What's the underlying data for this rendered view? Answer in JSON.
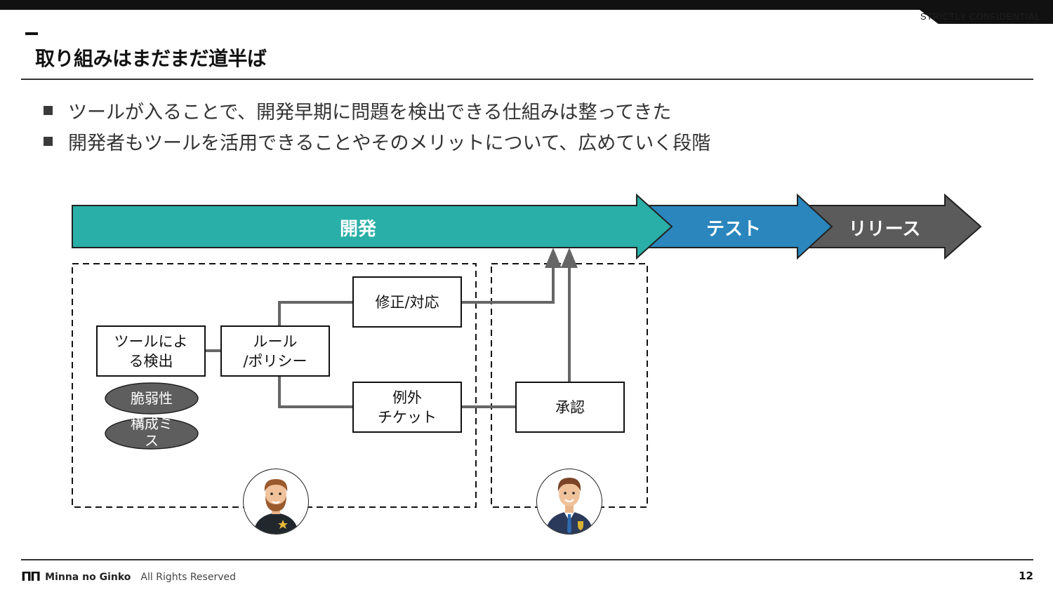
{
  "header": {
    "confidential_label": "STRICTLY CONFIDENTIAL",
    "title": "取り組みはまだまだ道半ば"
  },
  "bullets": [
    "ツールが入ることで、開発早期に問題を検出できる仕組みは整ってきた",
    "開発者もツールを活用できることやそのメリットについて、広めていく段階"
  ],
  "phases": [
    {
      "label": "開発",
      "color": "#29AFA7"
    },
    {
      "label": "テスト",
      "color": "#2A86BD"
    },
    {
      "label": "リリース",
      "color": "#5B5B5B"
    }
  ],
  "nodes": {
    "detection": "ツールによる検出",
    "rules": "ルール/ポリシー",
    "fix": "修正/対応",
    "exception": "例外チケット",
    "approval": "承認"
  },
  "node_lines": {
    "detection": [
      "ツールによ",
      "る検出"
    ],
    "rules": [
      "ルール",
      "/ポリシー"
    ],
    "exception": [
      "例外",
      "チケット"
    ]
  },
  "issue_types": [
    {
      "label": "脆弱性",
      "lines": [
        "脆弱性"
      ]
    },
    {
      "label": "構成ミス",
      "lines": [
        "構成ミ",
        "ス"
      ]
    }
  ],
  "actors": [
    {
      "name": "developer-avatar",
      "role": "developer"
    },
    {
      "name": "approver-avatar",
      "role": "approver"
    }
  ],
  "colors": {
    "connector": "#666666",
    "oval_fill": "#5E5E5E"
  },
  "footer": {
    "logo": "ΠΠ",
    "brand": "Minna no Ginko",
    "rights": "All Rights Reserved",
    "page_number": "12"
  }
}
